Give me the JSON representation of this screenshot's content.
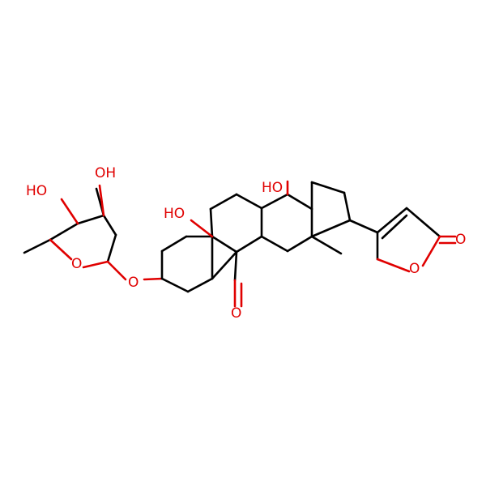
{
  "colors": {
    "bond": "#000000",
    "heteroatom": "#e00000",
    "background": "#ffffff"
  },
  "labels": {
    "sugar_oh_top": "OH",
    "sugar_oh_left": "HO",
    "sugar_ring_oxygen": "O",
    "glycosidic_oxygen": "O",
    "c5_hydroxyl": "HO",
    "c14_hydroxyl": "HO",
    "aldehyde_oxygen": "O",
    "methyl": "CH3-implicit",
    "lactone_ring_oxygen": "O",
    "lactone_carbonyl_oxygen": "O"
  }
}
